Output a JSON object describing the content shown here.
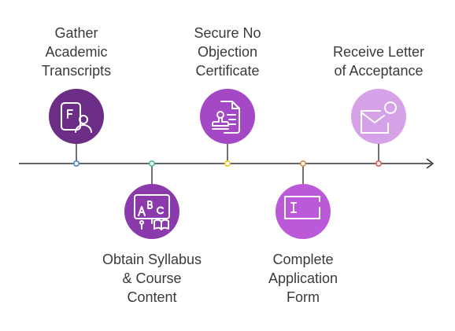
{
  "steps": [
    {
      "label": "Gather\nAcademic\nTranscripts",
      "color": "#6b2d86",
      "icon": "transcript-person-icon",
      "dot": "#4a7fd4"
    },
    {
      "label": "Obtain Syllabus\n& Course\nContent",
      "color": "#8b3aab",
      "icon": "abc-book-icon",
      "dot": "#3bbf8a"
    },
    {
      "label": "Secure No\nObjection\nCertificate",
      "color": "#a548c6",
      "icon": "stamp-document-icon",
      "dot": "#e8c81a"
    },
    {
      "label": "Complete\nApplication\nForm",
      "color": "#bc59d9",
      "icon": "form-cursor-icon",
      "dot": "#e08a3a"
    },
    {
      "label": "Receive Letter\nof Acceptance",
      "color": "#d5a2e8",
      "icon": "envelope-notification-icon",
      "dot": "#e05555"
    }
  ]
}
